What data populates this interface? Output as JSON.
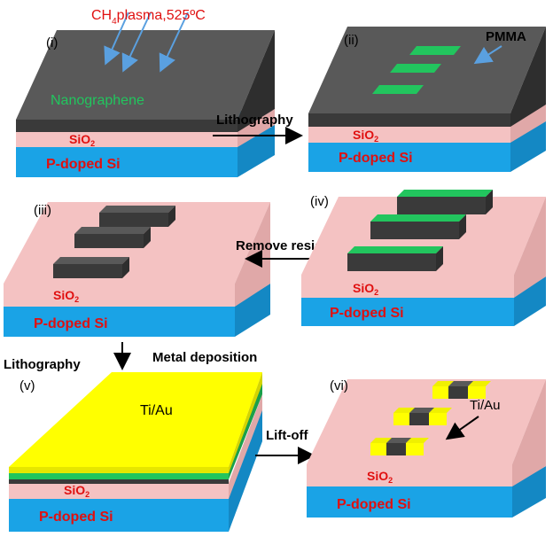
{
  "panels": {
    "p1": {
      "label": "(i)"
    },
    "p2": {
      "label": "(ii)"
    },
    "p3": {
      "label": "(iii)"
    },
    "p4": {
      "label": "(iv)"
    },
    "p5": {
      "label": "(v)"
    },
    "p6": {
      "label": "(vi)"
    }
  },
  "layers": {
    "substrate": "P-doped Si",
    "oxide_main": "SiO",
    "oxide_sub": "2"
  },
  "annotations": {
    "plasma_a": "CH",
    "plasma_sub": "4",
    "plasma_b": "plasma,525ºC",
    "nanographene": "Nanographene",
    "pmma": "PMMA",
    "tiau_big": "Ti/Au",
    "tiau_small": "Ti/Au"
  },
  "steps": {
    "s1": "Lithography",
    "s2": "Remove resist",
    "s3a": "Lithography",
    "s3b": "Metal deposition",
    "s4": "Lift-off"
  },
  "colors": {
    "si_front": "#1aa3e6",
    "si_side": "#1488c4",
    "oxide_front": "#f4c2c2",
    "oxide_side": "#e0a8a8",
    "dark_front": "#404040",
    "dark_top": "#595959",
    "green": "#22c55e",
    "yellow": "#ffff00",
    "red_text": "#e01010",
    "blue_arrow": "#5aa0e0"
  }
}
